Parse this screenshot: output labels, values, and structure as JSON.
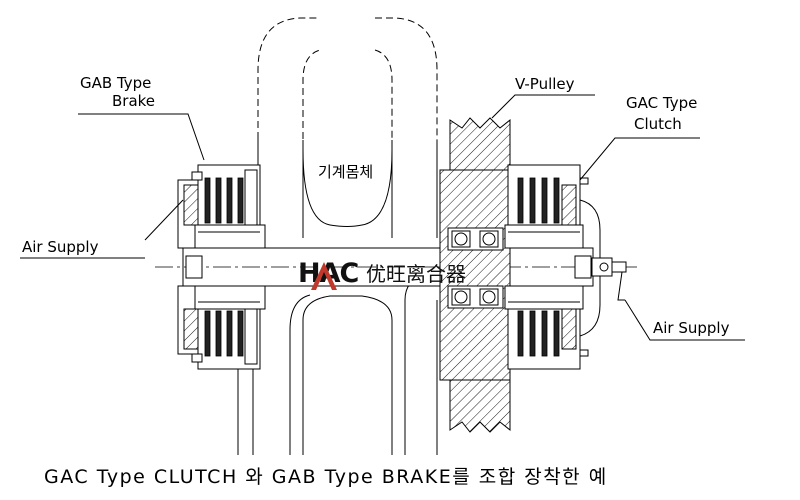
{
  "labels": {
    "brake_line1": "GAB Type",
    "brake_line2": "Brake",
    "air_supply_left": "Air Supply",
    "body": "기계몸체",
    "pulley": "V-Pulley",
    "clutch_line1": "GAC Type",
    "clutch_line2": "Clutch",
    "air_supply_right": "Air Supply"
  },
  "logo": {
    "mark": "HAC",
    "chinese": "优旺离合器",
    "accent_color": "#c0392b"
  },
  "caption": "GAC Type CLUTCH 와 GAB Type BRAKE를 조합 장착한 예"
}
